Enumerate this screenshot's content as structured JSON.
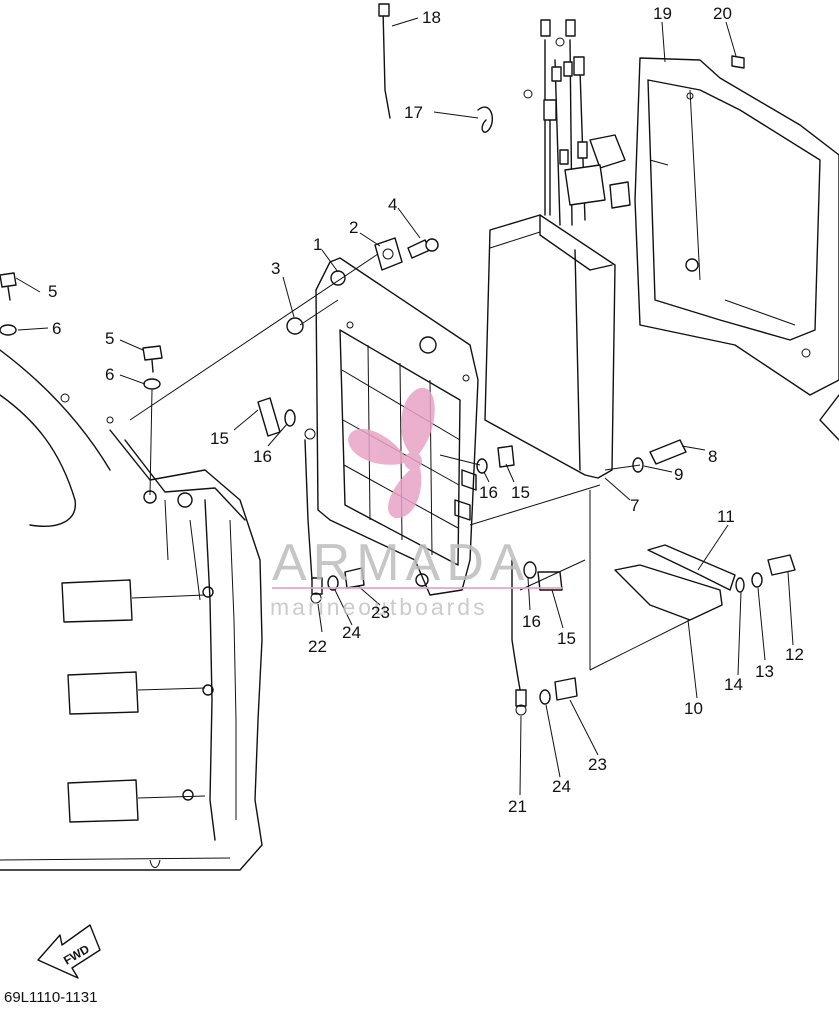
{
  "diagram": {
    "code": "69L1110-1131",
    "fwd_label": "FWD",
    "watermark": {
      "brand": "ARMADA",
      "tagline": "marineoutboards",
      "logo_color": "#e8a3c6",
      "text_color": "#bdbdbd"
    },
    "callouts": [
      "1",
      "2",
      "3",
      "4",
      "5",
      "6",
      "5",
      "6",
      "7",
      "8",
      "9",
      "10",
      "11",
      "12",
      "13",
      "14",
      "15",
      "16",
      "15",
      "16",
      "15",
      "16",
      "17",
      "18",
      "19",
      "20",
      "21",
      "22",
      "23",
      "24",
      "23",
      "24"
    ]
  }
}
